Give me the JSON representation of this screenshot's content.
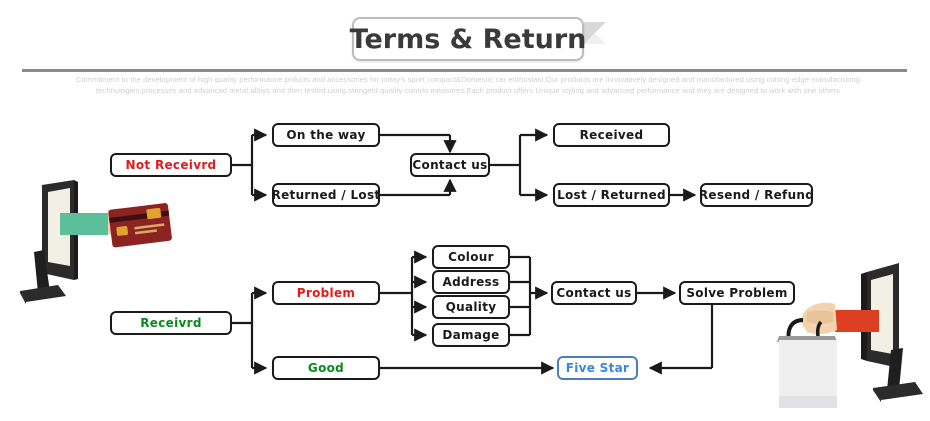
{
  "banner": {
    "title": "Terms & Return"
  },
  "intro": {
    "text": "Commitment to the development of high quality performance prducts and accessories for today's sport compact&Domestic car enthuslast.Our products are innovatively designed and manufactured using cutting-edge manufacturing technologies,processes and advanced metal alloys and then tested using stringent quality-contrlo measures,Each  product offers Unique styling and advanced performance and they are designed to work with one others"
  },
  "colors": {
    "red": "#e01b1b",
    "green": "#0a8a1e",
    "blue": "#3a86dd",
    "box_border": "#1a1a1a",
    "divider": "#8a8a8a",
    "intro_text": "#cfcfcf"
  },
  "flow": {
    "not_received": "Not Receivrd",
    "on_the_way": "On the way",
    "returned_lost": "Returned / Lost",
    "contact_us_top": "Contact us",
    "received": "Received",
    "lost_returned": "Lost / Returned",
    "resend_refund": "Resend / Refund",
    "received_root": "Receivrd",
    "problem": "Problem",
    "good": "Good",
    "colour": "Colour",
    "address": "Address",
    "quality": "Quality",
    "damage": "Damage",
    "contact_us_bottom": "Contact us",
    "solve_problem": "Solve Problem",
    "five_star": "Five Star"
  },
  "illustrations": {
    "left": "monitor-hand-credit-card",
    "right": "monitor-hand-shopping-bag"
  }
}
